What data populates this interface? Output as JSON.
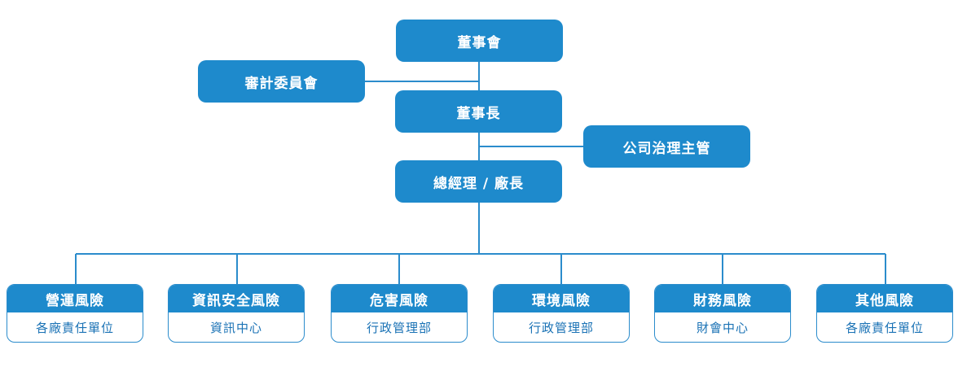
{
  "colors": {
    "box": "#1e8acc",
    "line": "#2b8ccc",
    "subtext": "#1a72b5"
  },
  "board": "董事會",
  "audit_committee": "審計委員會",
  "chairman": "董事長",
  "governance_officer": "公司治理主管",
  "general_manager": "總經理 / 廠長",
  "risks": [
    {
      "title": "營運風險",
      "owner": "各廠責任單位"
    },
    {
      "title": "資訊安全風險",
      "owner": "資訊中心"
    },
    {
      "title": "危害風險",
      "owner": "行政管理部"
    },
    {
      "title": "環境風險",
      "owner": "行政管理部"
    },
    {
      "title": "財務風險",
      "owner": "財會中心"
    },
    {
      "title": "其他風險",
      "owner": "各廠責任單位"
    }
  ]
}
